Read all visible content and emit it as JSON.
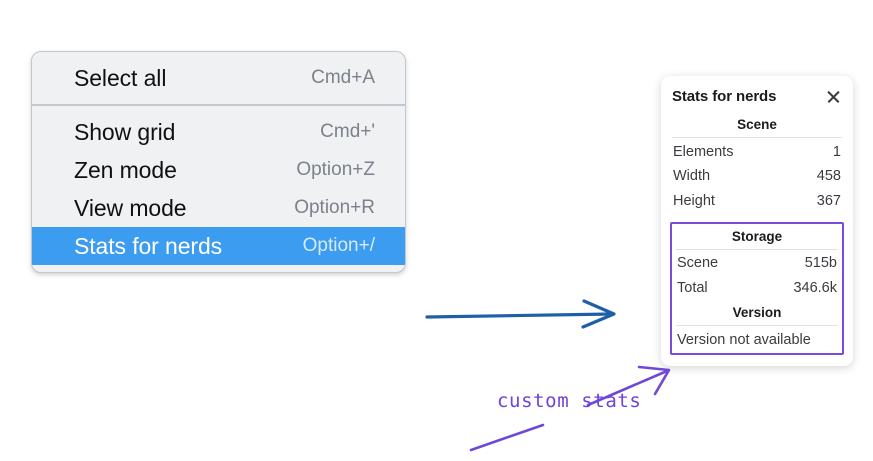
{
  "context_menu": {
    "groups": [
      {
        "items": [
          {
            "label": "Select all",
            "shortcut": "Cmd+A",
            "selected": false
          }
        ]
      },
      {
        "items": [
          {
            "label": "Show grid",
            "shortcut": "Cmd+'",
            "selected": false
          },
          {
            "label": "Zen mode",
            "shortcut": "Option+Z",
            "selected": false
          },
          {
            "label": "View mode",
            "shortcut": "Option+R",
            "selected": false
          },
          {
            "label": "Stats for nerds",
            "shortcut": "Option+/",
            "selected": true
          }
        ]
      }
    ],
    "items": {
      "select_all": {
        "label": "Select all",
        "shortcut": "Cmd+A"
      },
      "show_grid": {
        "label": "Show grid",
        "shortcut": "Cmd+'"
      },
      "zen_mode": {
        "label": "Zen mode",
        "shortcut": "Option+Z"
      },
      "view_mode": {
        "label": "View mode",
        "shortcut": "Option+R"
      },
      "stats_for_nerds": {
        "label": "Stats for nerds",
        "shortcut": "Option+/"
      }
    },
    "highlight_color": "#3c9cf0",
    "background_color": "#f0f1f3"
  },
  "stats_panel": {
    "title": "Stats for nerds",
    "close_icon": "close-icon",
    "scene": {
      "heading": "Scene",
      "rows": [
        {
          "label": "Elements",
          "value": "1"
        },
        {
          "label": "Width",
          "value": "458"
        },
        {
          "label": "Height",
          "value": "367"
        }
      ]
    },
    "storage": {
      "heading": "Storage",
      "rows": [
        {
          "label": "Scene",
          "value": "515b"
        },
        {
          "label": "Total",
          "value": "346.6k"
        }
      ]
    },
    "version": {
      "heading": "Version",
      "text": "Version not available"
    },
    "highlight_border_color": "#7b49e0"
  },
  "annotations": {
    "note_text": "custom stats",
    "note_color": "#6f42d8",
    "blue_arrow_color": "#1f5fa8",
    "purple_arrow_color": "#7048d6"
  }
}
